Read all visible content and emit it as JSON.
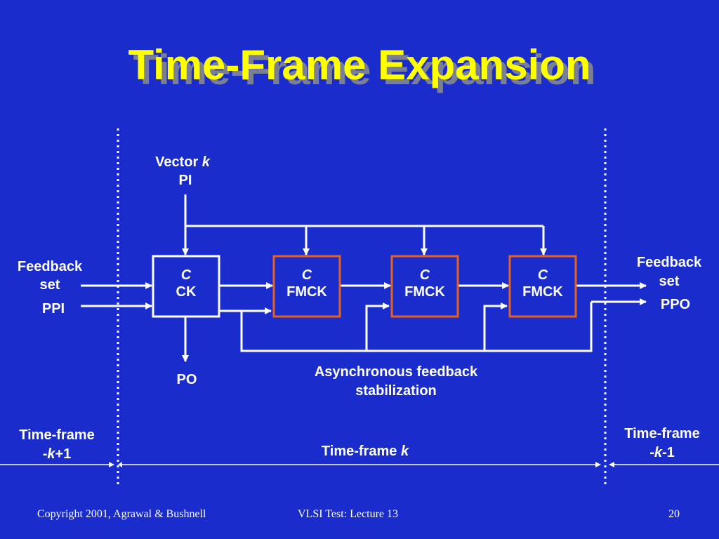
{
  "title": "Time-Frame Expansion",
  "colors": {
    "background": "#1a2dcc",
    "title": "#ffff00",
    "title_shadow": "#7a7f96",
    "wire": "#ffffff",
    "fmck_block_border": "#e8601c",
    "boundary_dots": "#ffffff"
  },
  "labels": {
    "vector": "Vector ",
    "vector_k": "k",
    "pi": "PI",
    "feedback_left_1": "Feedback",
    "feedback_left_2": "set",
    "ppi": "PPI",
    "feedback_right_1": "Feedback",
    "feedback_right_2": "set",
    "ppo": "PPO",
    "po": "PO",
    "async_1": "Asynchronous feedback",
    "async_2": "stabilization"
  },
  "blocks": [
    {
      "name": "C",
      "sub": "CK",
      "kind": "ck"
    },
    {
      "name": "C",
      "sub": "FMCK",
      "kind": "fmck"
    },
    {
      "name": "C",
      "sub": "FMCK",
      "kind": "fmck"
    },
    {
      "name": "C",
      "sub": "FMCK",
      "kind": "fmck"
    }
  ],
  "timeframes": {
    "left_1": "Time-frame",
    "left_2_prefix": "-",
    "left_2_k": "k",
    "left_2_suffix": "+1",
    "center_prefix": "Time-frame ",
    "center_k": "k",
    "right_1": "Time-frame",
    "right_2_prefix": "-",
    "right_2_k": "k",
    "right_2_suffix": "-1"
  },
  "footer": {
    "copyright": "Copyright 2001, Agrawal & Bushnell",
    "course": "VLSI Test: Lecture 13",
    "page": "20"
  }
}
